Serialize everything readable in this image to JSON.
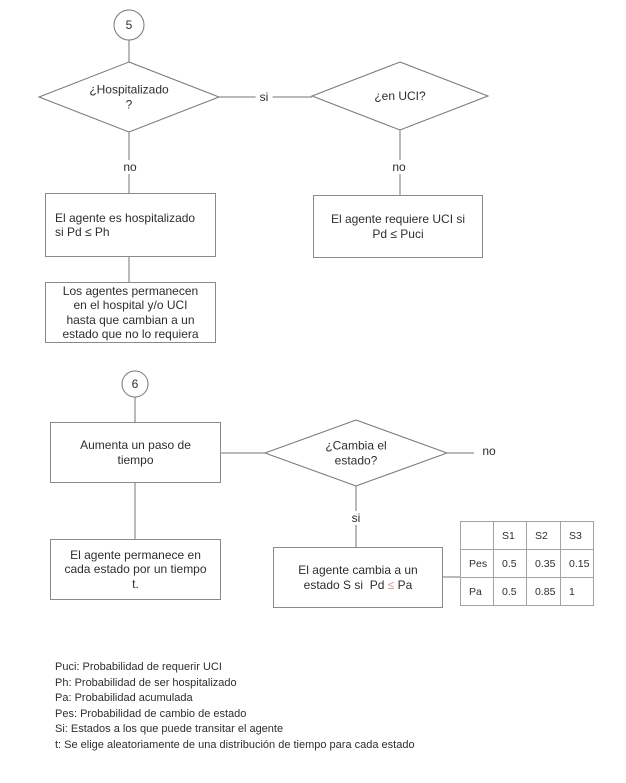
{
  "section_hospital": {
    "connector_number": "5",
    "decision_hospitalized": {
      "label": "¿Hospitalizado\n?"
    },
    "edge_si": "si",
    "edge_no_left": "no",
    "decision_uci": {
      "label": "¿en UCI?"
    },
    "edge_no_right": "no",
    "process_hospitalized": {
      "label": "El agente es hospitalizado\nsi Pd ≤ Ph"
    },
    "process_requires_uci": {
      "label": "El agente requiere UCI si\nPd ≤ Puci"
    },
    "process_remain": {
      "label": "Los agentes permanecen\nen el hospital y/o UCI\nhasta que cambian a un\nestado que no lo requiera"
    }
  },
  "section_time": {
    "connector_number": "6",
    "process_step": {
      "label": "Aumenta un paso de\ntiempo"
    },
    "decision_change": {
      "label": "¿Cambia el\nestado?"
    },
    "edge_no": "no",
    "edge_si": "si",
    "process_stay": {
      "label": "El agente permanece en\ncada estado por un tiempo\nt."
    },
    "process_change": {
      "line1": "El agente cambia a un",
      "line2_before": "estado S si  Pd ",
      "operator": "≤",
      "line2_after": " Pa"
    }
  },
  "table": {
    "headers": [
      "",
      "S1",
      "S2",
      "S3"
    ],
    "rows": [
      {
        "name": "Pes",
        "values": [
          "0.5",
          "0.35",
          "0.15"
        ]
      },
      {
        "name": "Pa",
        "values": [
          "0.5",
          "0.85",
          "1"
        ]
      }
    ]
  },
  "legend": {
    "lines": [
      "Puci: Probabilidad de requerir UCI",
      "Ph: Probabilidad de ser hospitalizado",
      "Pa: Probabilidad acumulada",
      "Pes: Probabilidad de cambio de estado",
      "Si: Estados a los que puede transitar el agente",
      "t: Se elige aleatoriamente de una distribución de tiempo para cada estado"
    ]
  },
  "colors": {
    "line": "#767676",
    "text": "#2e2e2e",
    "operator_accent": "#d49a9a"
  }
}
